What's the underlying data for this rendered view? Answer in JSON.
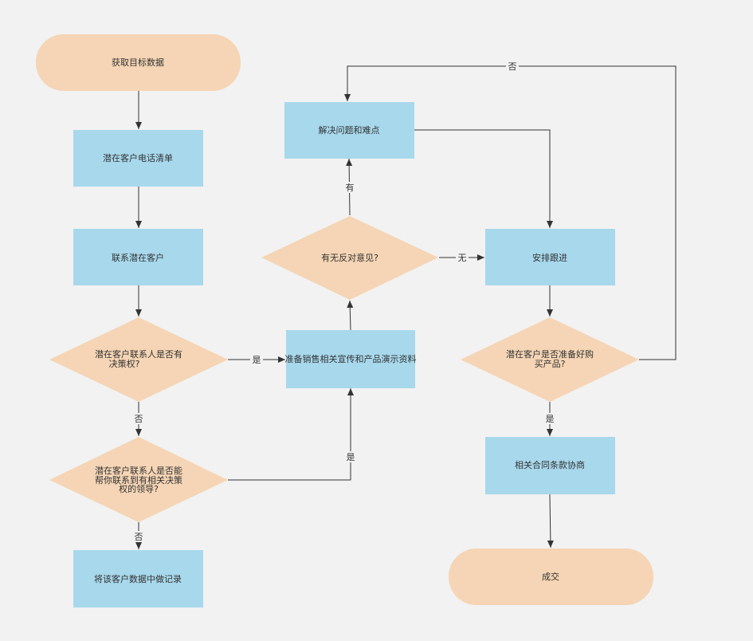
{
  "colors": {
    "background": "#f2f2f2",
    "process_fill": "#a8d8ec",
    "terminal_fill": "#f5d5b5",
    "decision_fill": "#f5d5b5",
    "line": "#333333",
    "text": "#333333"
  },
  "nodes": {
    "start": {
      "label": "获取目标数据"
    },
    "list": {
      "label": "潜在客户电话清单"
    },
    "contact": {
      "label": "联系潜在客户"
    },
    "q_decider": {
      "label": [
        "潜在客户联系人是否有",
        "决策权?"
      ]
    },
    "q_connect": {
      "label": [
        "潜在客户联系人是否能",
        "帮你联系到有相关决策",
        "权的领导?"
      ]
    },
    "record": {
      "label": "将该客户数据中做记录"
    },
    "prepare": {
      "label": "准备销售相关宣传和产品演示资料"
    },
    "q_objection": {
      "label": "有无反对意见?"
    },
    "solve": {
      "label": "解决问题和难点"
    },
    "follow": {
      "label": "安排跟进"
    },
    "q_ready": {
      "label": [
        "潜在客户是否准备好购",
        "买产品?"
      ]
    },
    "negotiate": {
      "label": "相关合同条款协商"
    },
    "deal": {
      "label": "成交"
    }
  },
  "edges": {
    "decider_yes": "是",
    "decider_no": "否",
    "connect_yes": "是",
    "connect_no": "否",
    "objection_yes": "有",
    "objection_none": "无",
    "ready_no": "否",
    "ready_yes": "是"
  }
}
